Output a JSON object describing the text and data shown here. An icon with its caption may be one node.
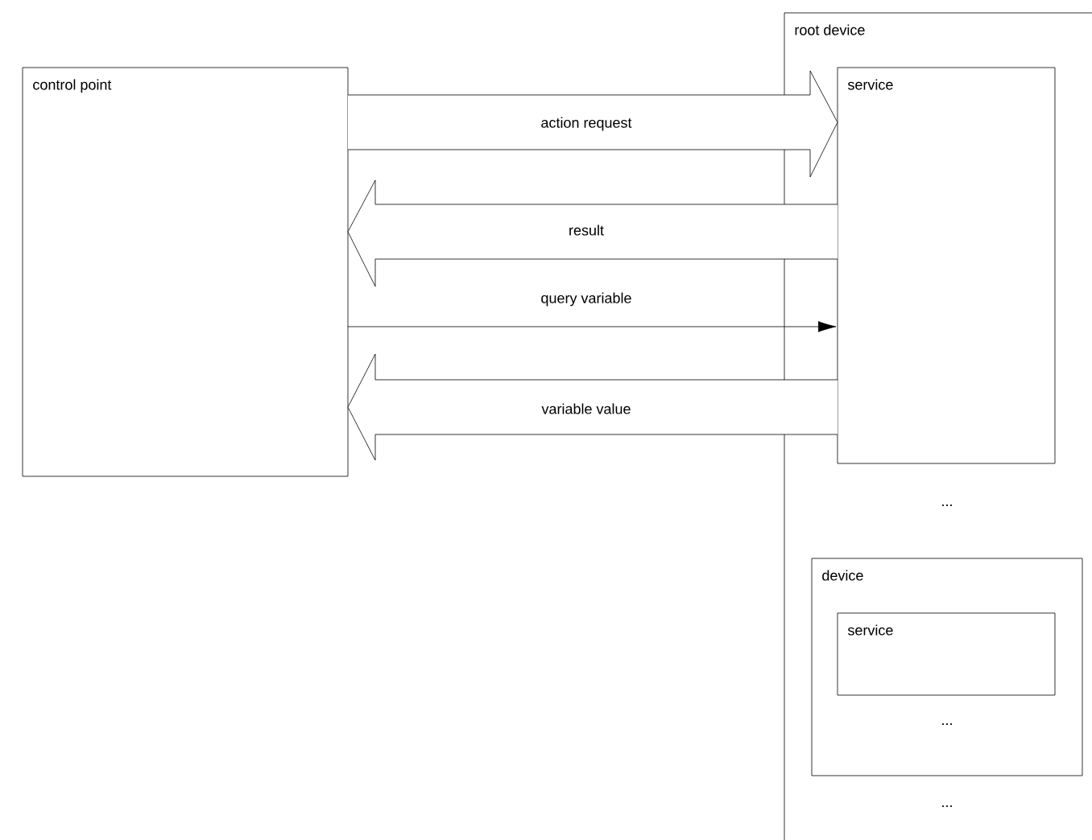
{
  "diagram": {
    "nodes": [
      {
        "text": [
          "control point"
        ]
      },
      {
        "text": [
          "root device"
        ]
      },
      {
        "text": [
          "service"
        ],
        "in": 1
      },
      {
        "text": [
          "device"
        ],
        "in": 1
      },
      {
        "text": [
          "service"
        ],
        "in": 3
      }
    ],
    "edges": [
      {
        "from": 0,
        "to": 2,
        "arrow": "to",
        "label": "action request",
        "style": "thick"
      },
      {
        "from": 2,
        "to": 0,
        "arrow": "to",
        "label": "result",
        "style": "thick"
      },
      {
        "from": 0,
        "to": 2,
        "arrow": "to",
        "label": "query variable"
      },
      {
        "from": 2,
        "to": 0,
        "arrow": "to",
        "label": "variable value",
        "style": "thick"
      }
    ],
    "labels": [
      "...",
      "...",
      "..."
    ]
  }
}
